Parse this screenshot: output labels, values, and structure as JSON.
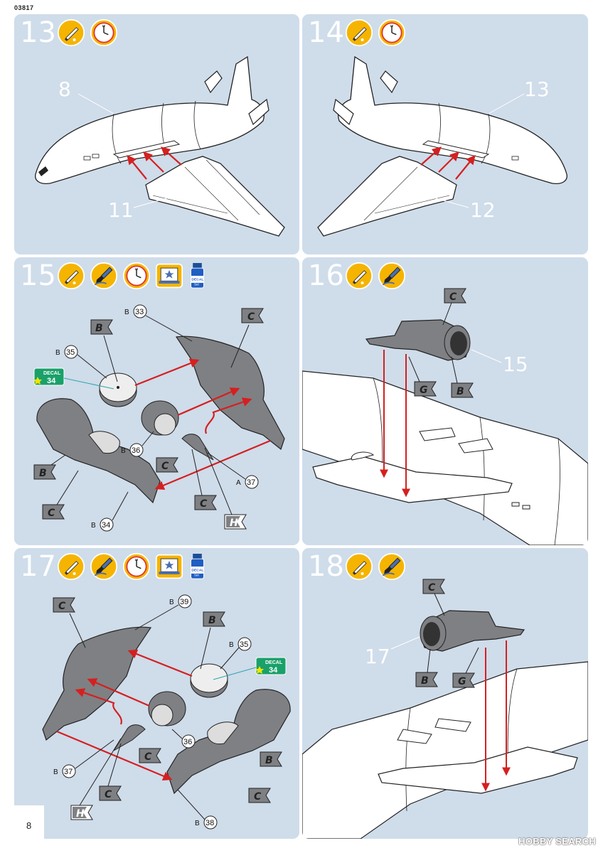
{
  "doc": {
    "code": "03817",
    "page_number": "8",
    "watermark": "HOBBY SEARCH"
  },
  "steps": {
    "s13": {
      "number": "13",
      "parts": {
        "fuselage": "8",
        "wing": "11"
      }
    },
    "s14": {
      "number": "14",
      "parts": {
        "fuselage": "13",
        "wing": "12"
      }
    },
    "s15": {
      "number": "15",
      "parts": {
        "p33": "33",
        "p35": "35",
        "p36": "36",
        "p37": "37",
        "p34": "34"
      },
      "sprues": {
        "b": "B",
        "c": "C",
        "h": "H",
        "a": "A"
      },
      "decal": {
        "label": "DECAL",
        "num": "34"
      }
    },
    "s16": {
      "number": "16",
      "parts": {
        "engine": "15"
      },
      "flags": {
        "c": "C",
        "g": "G",
        "b": "B"
      }
    },
    "s17": {
      "number": "17",
      "parts": {
        "p39": "39",
        "p35": "35",
        "p36": "36",
        "p37": "37",
        "p38": "38"
      },
      "sprues": {
        "b": "B",
        "c": "C",
        "h": "H"
      },
      "decal": {
        "label": "DECAL",
        "num": "34"
      }
    },
    "s18": {
      "number": "18",
      "parts": {
        "engine": "17"
      },
      "flags": {
        "c": "C",
        "b": "B",
        "g": "G"
      }
    }
  },
  "icons": [
    "glue-icon",
    "paint-brush-icon",
    "clock-icon",
    "decal-icon",
    "decal-set-icon"
  ],
  "colors": {
    "panel_bg": "#cfdcea",
    "arrow_red": "#d42020",
    "part_grey": "#7f8083",
    "icon_yellow": "#f5b400"
  }
}
